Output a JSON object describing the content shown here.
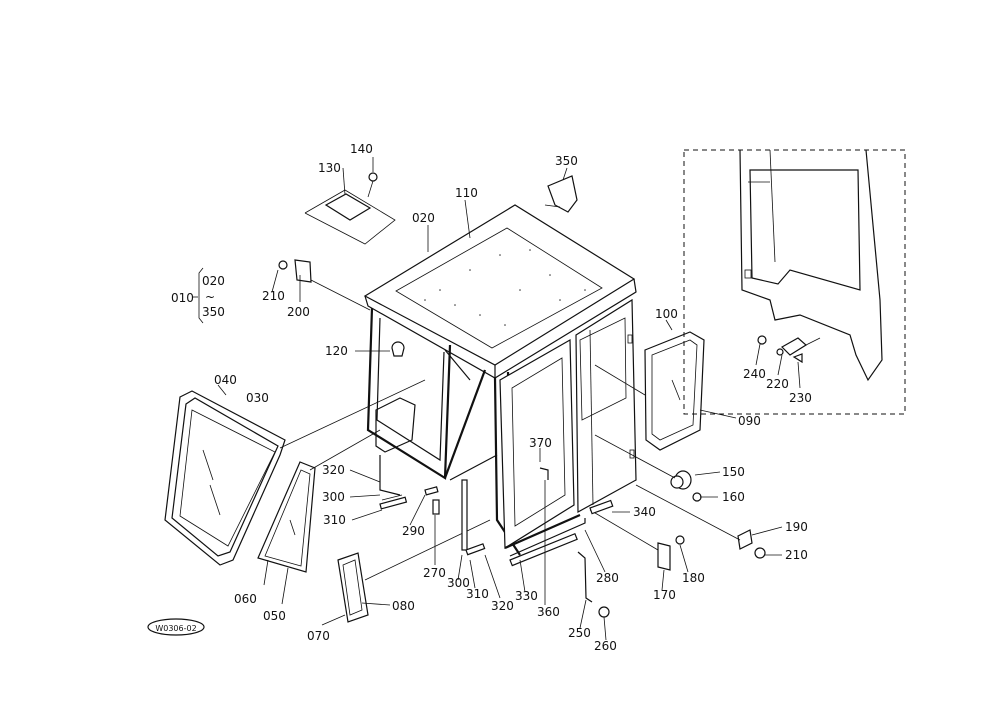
{
  "diagram": {
    "callouts": {
      "p010": "010",
      "p020a": "020",
      "p350a": "350",
      "p020": "020",
      "p030": "030",
      "p040": "040",
      "p050": "050",
      "p060": "060",
      "p070": "070",
      "p080": "080",
      "p090": "090",
      "p100": "100",
      "p110": "110",
      "p120": "120",
      "p130": "130",
      "p140": "140",
      "p150": "150",
      "p160": "160",
      "p170": "170",
      "p180": "180",
      "p190": "190",
      "p200": "200",
      "p210a": "210",
      "p210b": "210",
      "p220": "220",
      "p230": "230",
      "p240": "240",
      "p250": "250",
      "p260": "260",
      "p270": "270",
      "p280": "280",
      "p290": "290",
      "p300a": "300",
      "p300b": "300",
      "p310a": "310",
      "p310b": "310",
      "p320a": "320",
      "p320b": "320",
      "p330": "330",
      "p340": "340",
      "p350": "350",
      "p360": "360",
      "p370": "370"
    },
    "group_tilde": "~",
    "drawing_code": "W0306-02"
  }
}
